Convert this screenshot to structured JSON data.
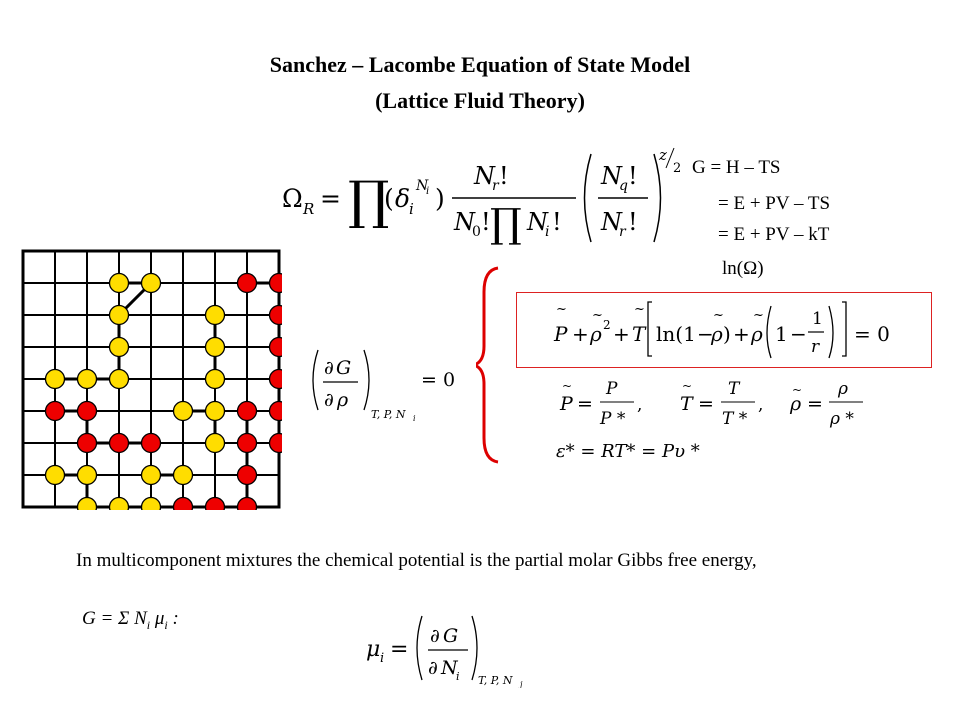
{
  "title": {
    "line1": "Sanchez – Lacombe Equation of State Model",
    "line2": "(Lattice Fluid Theory)"
  },
  "gibbs": {
    "line1": "G =  H – TS",
    "line2": "=  E + PV – TS",
    "line3": "=  E + PV – kT",
    "line4": "ln(Ω)"
  },
  "paragraph": {
    "text": "In multicomponent mixtures the chemical potential is the partial molar Gibbs free energy,",
    "g_sum": "G = Σ N",
    "g_sub_i": "i",
    "g_mu": "μ",
    "g_tail": ":"
  },
  "colors": {
    "yellow_bead": "#ffdd00",
    "red_bead": "#ee0000",
    "bracket": "#dd0000",
    "eos_box": "#dd2222"
  }
}
